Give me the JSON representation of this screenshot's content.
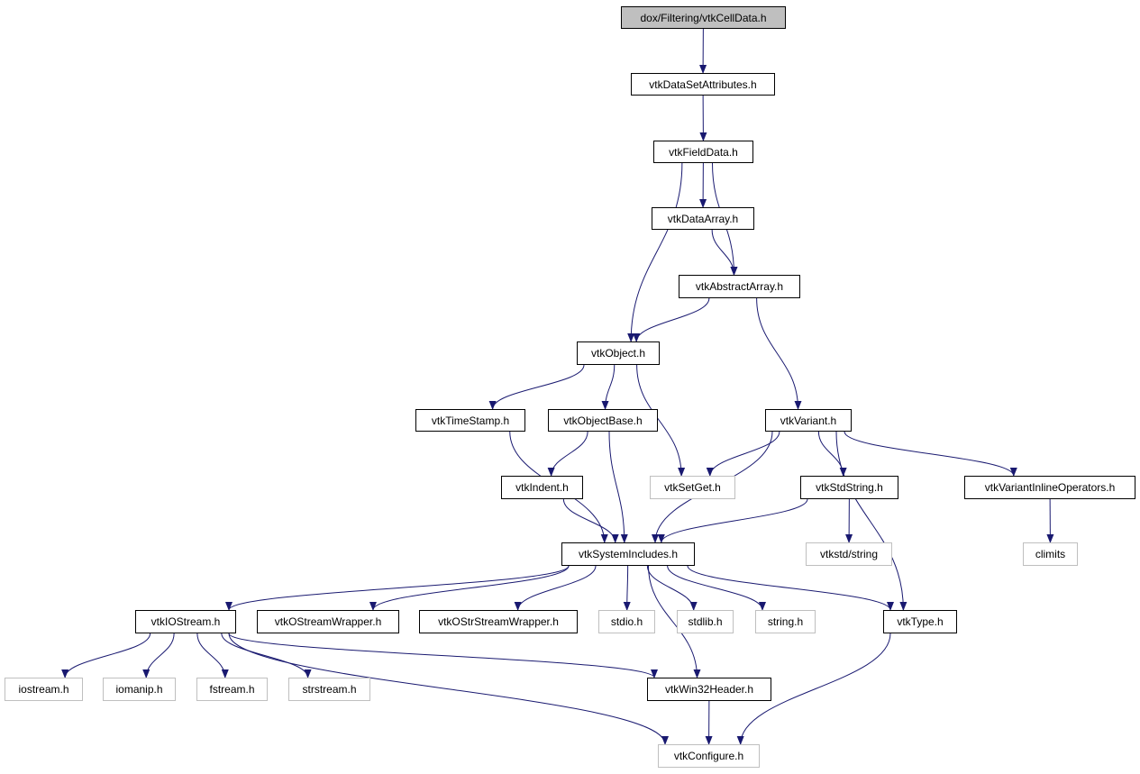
{
  "graph": {
    "nodes": {
      "cellData": {
        "label": "dox/Filtering/vtkCellData.h",
        "kind": "root"
      },
      "dsa": {
        "label": "vtkDataSetAttributes.h",
        "kind": "doc"
      },
      "fieldData": {
        "label": "vtkFieldData.h",
        "kind": "doc"
      },
      "dataArray": {
        "label": "vtkDataArray.h",
        "kind": "doc"
      },
      "abstractArray": {
        "label": "vtkAbstractArray.h",
        "kind": "doc"
      },
      "object": {
        "label": "vtkObject.h",
        "kind": "doc"
      },
      "timeStamp": {
        "label": "vtkTimeStamp.h",
        "kind": "doc"
      },
      "objectBase": {
        "label": "vtkObjectBase.h",
        "kind": "doc"
      },
      "variant": {
        "label": "vtkVariant.h",
        "kind": "doc"
      },
      "indent": {
        "label": "vtkIndent.h",
        "kind": "doc"
      },
      "setGet": {
        "label": "vtkSetGet.h",
        "kind": "ext"
      },
      "stdString": {
        "label": "vtkStdString.h",
        "kind": "doc"
      },
      "variantInline": {
        "label": "vtkVariantInlineOperators.h",
        "kind": "doc"
      },
      "systemIncludes": {
        "label": "vtkSystemIncludes.h",
        "kind": "doc"
      },
      "vtkstdString": {
        "label": "vtkstd/string",
        "kind": "ext"
      },
      "climits": {
        "label": "climits",
        "kind": "ext"
      },
      "ioStream": {
        "label": "vtkIOStream.h",
        "kind": "doc"
      },
      "oStreamWrapper": {
        "label": "vtkOStreamWrapper.h",
        "kind": "doc"
      },
      "oStrStreamWrapper": {
        "label": "vtkOStrStreamWrapper.h",
        "kind": "doc"
      },
      "stdio": {
        "label": "stdio.h",
        "kind": "ext"
      },
      "stdlib": {
        "label": "stdlib.h",
        "kind": "ext"
      },
      "string": {
        "label": "string.h",
        "kind": "ext"
      },
      "type": {
        "label": "vtkType.h",
        "kind": "doc"
      },
      "iostream": {
        "label": "iostream.h",
        "kind": "ext"
      },
      "iomanip": {
        "label": "iomanip.h",
        "kind": "ext"
      },
      "fstream": {
        "label": "fstream.h",
        "kind": "ext"
      },
      "strstream": {
        "label": "strstream.h",
        "kind": "ext"
      },
      "win32Header": {
        "label": "vtkWin32Header.h",
        "kind": "doc"
      },
      "configure": {
        "label": "vtkConfigure.h",
        "kind": "ext"
      }
    },
    "edges": [
      [
        "cellData",
        "dsa"
      ],
      [
        "dsa",
        "fieldData"
      ],
      [
        "fieldData",
        "dataArray"
      ],
      [
        "fieldData",
        "abstractArray"
      ],
      [
        "fieldData",
        "object"
      ],
      [
        "dataArray",
        "abstractArray"
      ],
      [
        "abstractArray",
        "object"
      ],
      [
        "abstractArray",
        "variant"
      ],
      [
        "object",
        "timeStamp"
      ],
      [
        "object",
        "objectBase"
      ],
      [
        "object",
        "setGet"
      ],
      [
        "objectBase",
        "indent"
      ],
      [
        "objectBase",
        "systemIncludes"
      ],
      [
        "timeStamp",
        "systemIncludes"
      ],
      [
        "indent",
        "systemIncludes"
      ],
      [
        "variant",
        "setGet"
      ],
      [
        "variant",
        "systemIncludes"
      ],
      [
        "variant",
        "stdString"
      ],
      [
        "variant",
        "type"
      ],
      [
        "variant",
        "variantInline"
      ],
      [
        "stdString",
        "systemIncludes"
      ],
      [
        "stdString",
        "vtkstdString"
      ],
      [
        "variantInline",
        "climits"
      ],
      [
        "systemIncludes",
        "ioStream"
      ],
      [
        "systemIncludes",
        "oStreamWrapper"
      ],
      [
        "systemIncludes",
        "oStrStreamWrapper"
      ],
      [
        "systemIncludes",
        "stdio"
      ],
      [
        "systemIncludes",
        "stdlib"
      ],
      [
        "systemIncludes",
        "string"
      ],
      [
        "systemIncludes",
        "type"
      ],
      [
        "systemIncludes",
        "win32Header"
      ],
      [
        "ioStream",
        "iostream"
      ],
      [
        "ioStream",
        "iomanip"
      ],
      [
        "ioStream",
        "fstream"
      ],
      [
        "ioStream",
        "strstream"
      ],
      [
        "ioStream",
        "win32Header"
      ],
      [
        "ioStream",
        "configure"
      ],
      [
        "win32Header",
        "configure"
      ],
      [
        "type",
        "configure"
      ]
    ],
    "colors": {
      "edge": "#191970",
      "root_fill": "#bfbfbf",
      "external_border": "#bfbfbf"
    }
  }
}
